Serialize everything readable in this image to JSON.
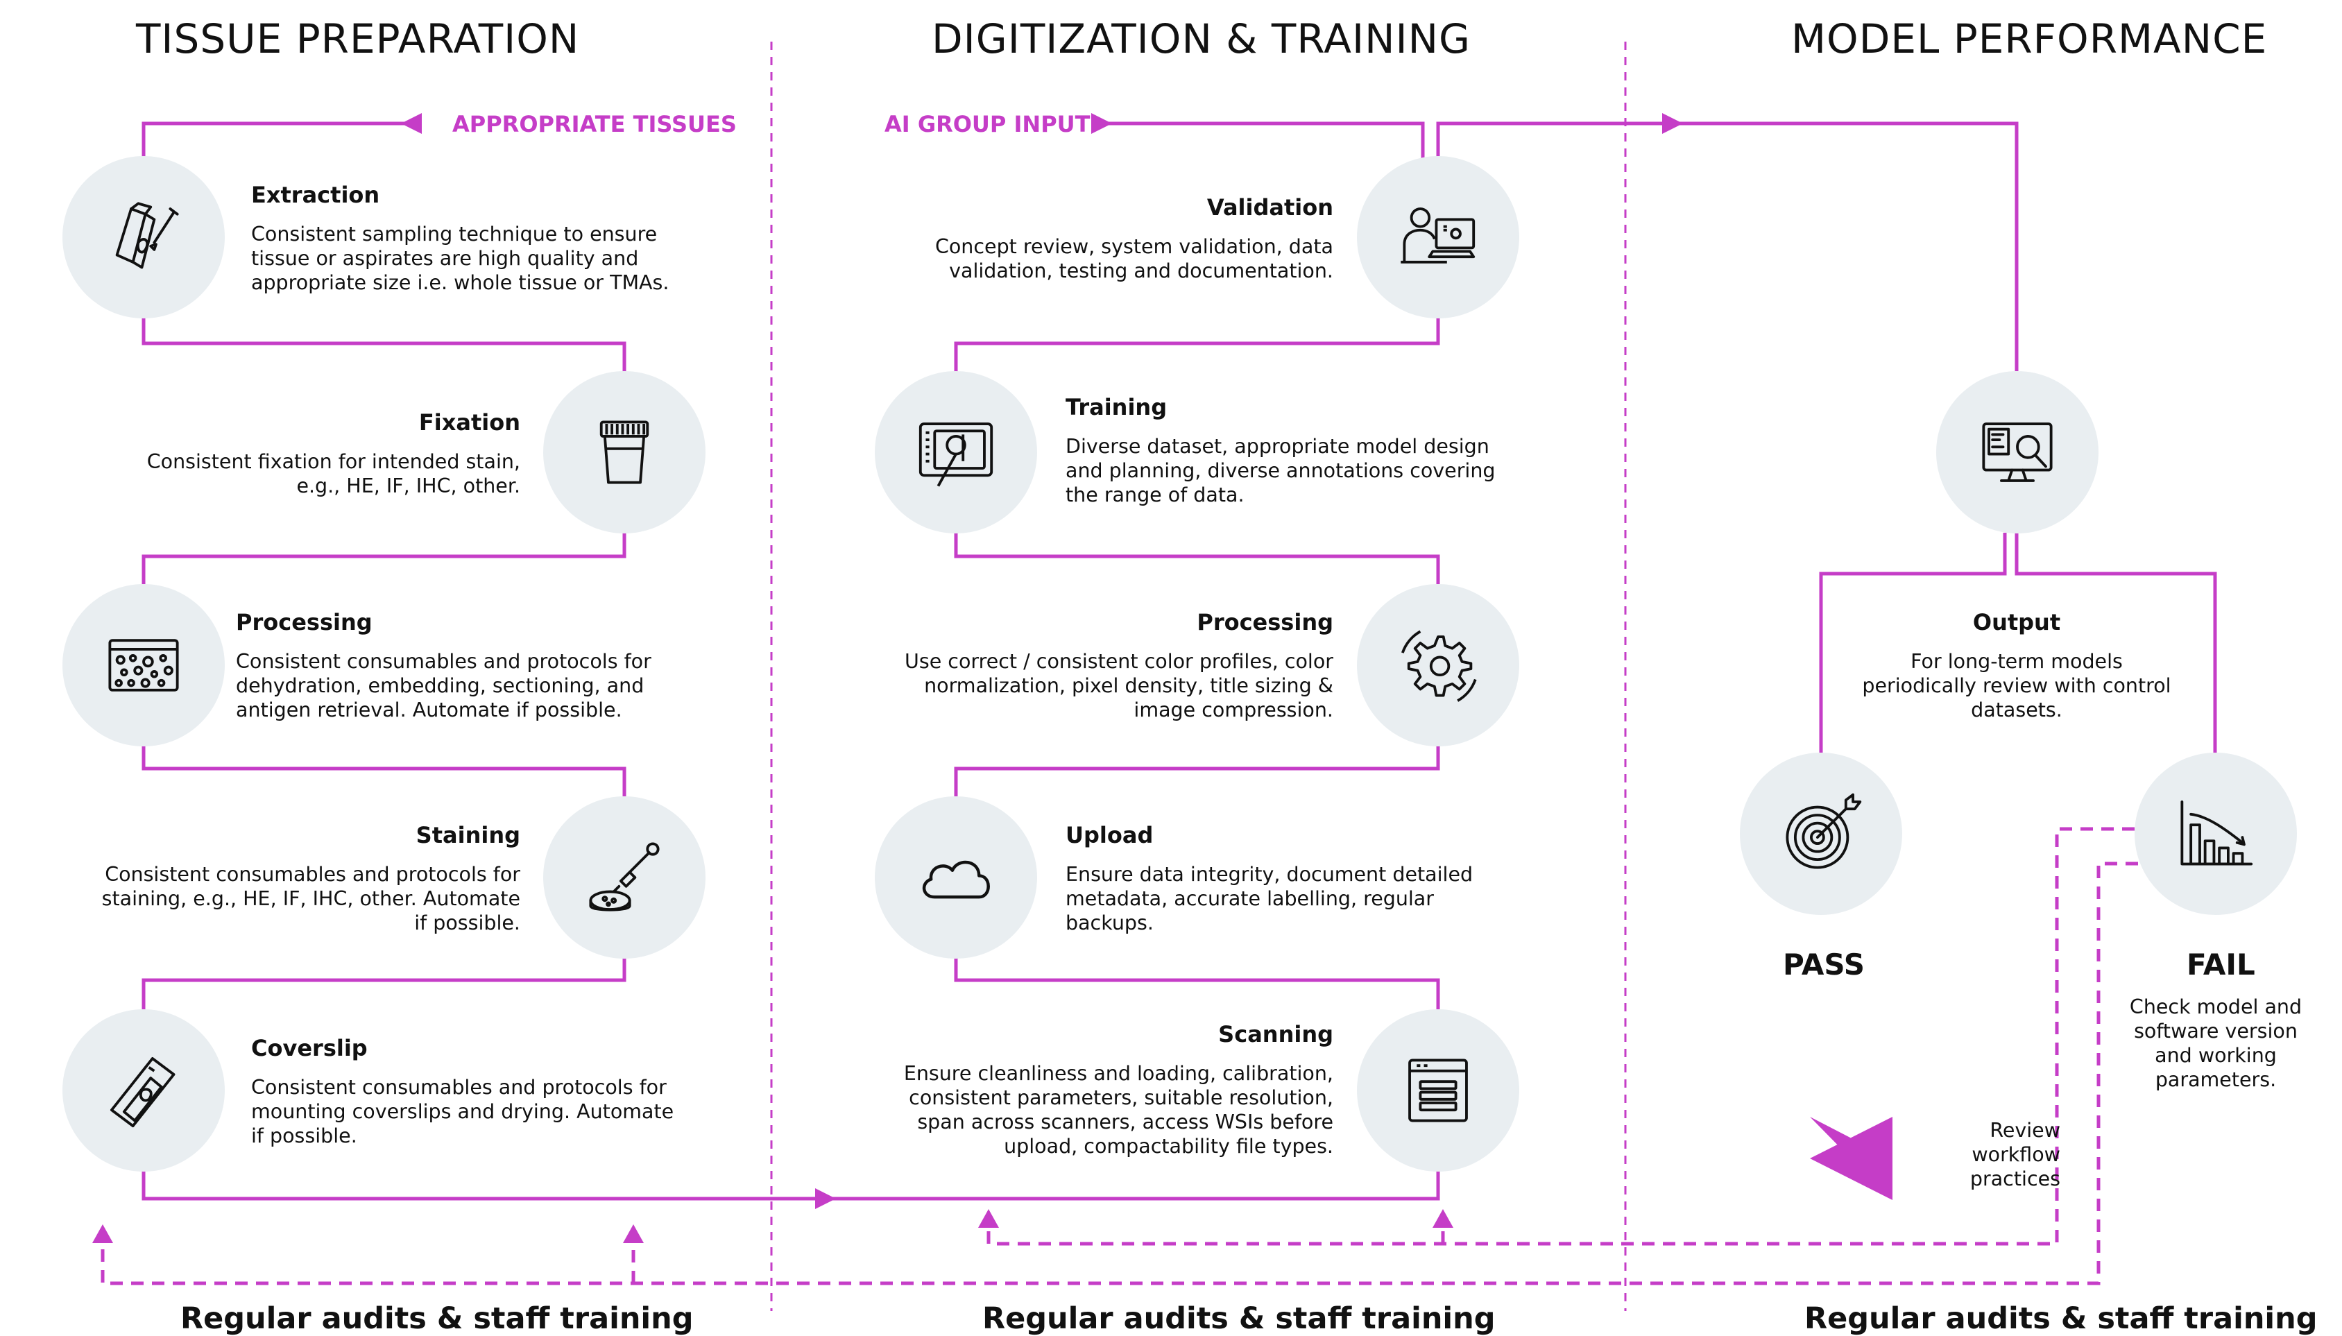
{
  "columns": {
    "tissue": "TISSUE PREPARATION",
    "digitization": "DIGITIZATION & TRAINING",
    "performance": "MODEL PERFORMANCE"
  },
  "flags": {
    "appropriate_tissues": "APPROPRIATE TISSUES",
    "ai_group_input": "AI GROUP INPUT"
  },
  "tissue_steps": [
    {
      "title": "Extraction",
      "text": "Consistent sampling technique to ensure tissue or aspirates are high quality and appropriate size i.e. whole tissue or TMAs.",
      "icon": "sample-tube-icon"
    },
    {
      "title": "Fixation",
      "text": "Consistent fixation for intended stain, e.g., HE, IF, IHC, other.",
      "icon": "specimen-jar-icon"
    },
    {
      "title": "Processing",
      "text": "Consistent consumables and protocols for dehydration, embedding, sectioning, and antigen retrieval. Automate if possible.",
      "icon": "tissue-slide-icon"
    },
    {
      "title": "Staining",
      "text": "Consistent consumables and protocols for staining, e.g., HE, IF, IHC, other. Automate if possible.",
      "icon": "dropper-dish-icon"
    },
    {
      "title": "Coverslip",
      "text": "Consistent consumables and protocols for mounting coverslips and drying. Automate if possible.",
      "icon": "coverslip-icon"
    }
  ],
  "digitization_steps": [
    {
      "title": "Validation",
      "text": "Concept review, system validation, data validation, testing and documentation.",
      "icon": "person-computer-icon"
    },
    {
      "title": "Training",
      "text": "Diverse dataset, appropriate model design and planning, diverse annotations covering the range of data.",
      "icon": "drawing-tablet-icon"
    },
    {
      "title": "Processing",
      "text": "Use correct / consistent color profiles, color normalization, pixel density, title sizing & image compression.",
      "icon": "gear-icon"
    },
    {
      "title": "Upload",
      "text": "Ensure data integrity, document detailed metadata, accurate labelling, regular backups.",
      "icon": "cloud-icon"
    },
    {
      "title": "Scanning",
      "text": "Ensure cleanliness and loading, calibration, consistent parameters, suitable resolution, span across scanners, access WSIs before upload, compactability file types.",
      "icon": "scanner-icon"
    }
  ],
  "performance": {
    "monitor_icon": "monitor-search-icon",
    "output_title": "Output",
    "output_text": "For long-term models periodically review with control datasets.",
    "pass_label": "PASS",
    "pass_icon": "target-icon",
    "fail_label": "FAIL",
    "fail_icon": "declining-chart-icon",
    "fail_text": "Check model and software version and working parameters.",
    "review_text": "Review workflow practices"
  },
  "footer": {
    "left": "Regular audits & staff training",
    "middle": "Regular audits & staff training",
    "right": "Regular audits & staff training"
  },
  "colors": {
    "accent": "#c53dc7",
    "circle_fill": "#e9eef1",
    "text": "#111111"
  }
}
